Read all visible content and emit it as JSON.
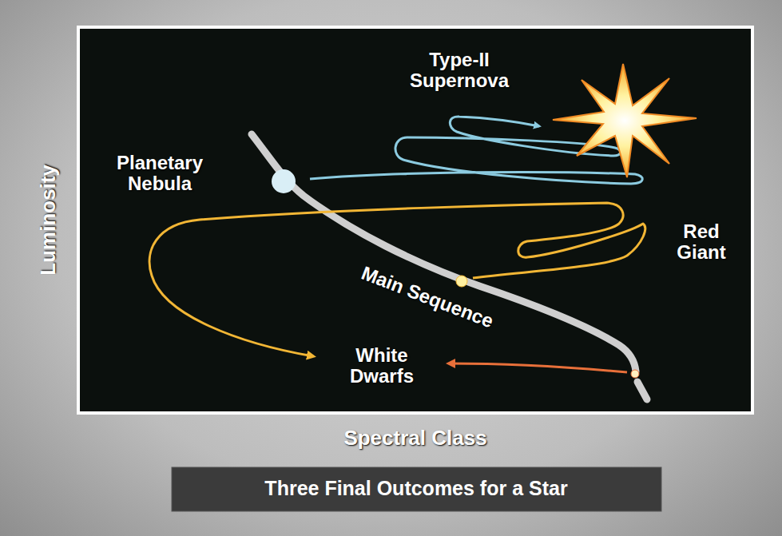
{
  "diagram": {
    "caption": "Three Final Outcomes for a Star",
    "labels": [
      "Type-II Supernova",
      "Planetary Nebula",
      "Red Giant",
      "Main Sequence",
      "White Dwarfs",
      "Luminosity",
      "Spectral Class"
    ]
  }
}
